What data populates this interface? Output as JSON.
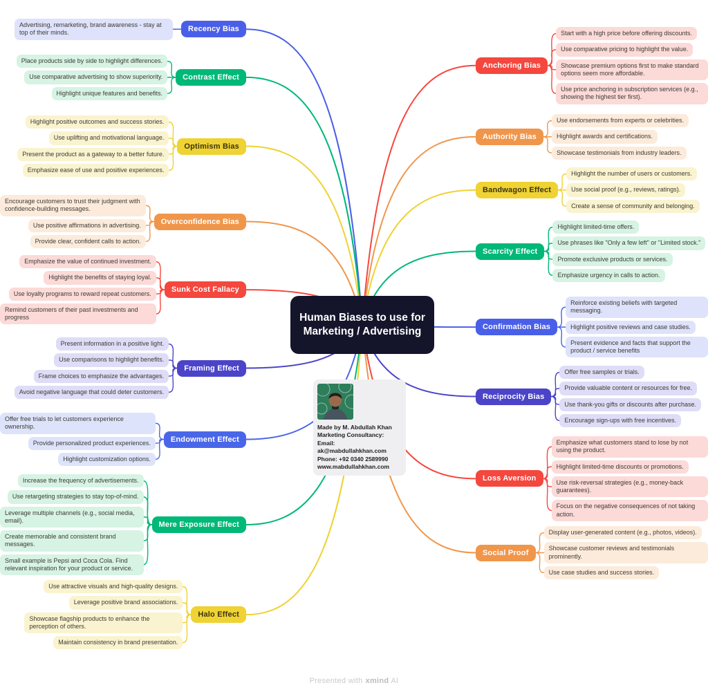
{
  "center": {
    "title": "Human Biases to use for Marketing / Advertising",
    "bg": "#14142B"
  },
  "palette": {
    "background": "#FFFFFF",
    "center_bg": "#14142B",
    "child_text": "#3C3A33",
    "footer_text": "#CACACA",
    "blue": "#4A5FE8",
    "green": "#00B878",
    "yellow": "#EFD233",
    "orange": "#F0964B",
    "red": "#F4473E",
    "indigo": "#4B44C8"
  },
  "card": {
    "photo_icon": "portrait-photo",
    "lines": [
      "Made by M. Abdullah Khan",
      "Marketing Consultancy:",
      "Email: ak@mabdullahkhan.com",
      "Phone: +92 0340 2589990",
      "www.mabdullahkhan.com"
    ]
  },
  "footer": {
    "prefix": "Presented with",
    "brand": "xmind",
    "suffix": "AI"
  },
  "branches": {
    "left": [
      {
        "id": "recency-bias",
        "label": "Recency Bias",
        "color": "#4A5FE8",
        "text_color": "#FFFFFF",
        "child_bg": "#DEE2FB",
        "children": [
          "Advertising, remarketing, brand awareness - stay at top of their minds."
        ]
      },
      {
        "id": "contrast-effect",
        "label": "Contrast Effect",
        "color": "#00B878",
        "text_color": "#FFFFFF",
        "child_bg": "#D6F3E4",
        "children": [
          "Place products side by side to highlight differences.",
          "Use comparative advertising to show superiority.",
          "Highlight unique features and benefits."
        ]
      },
      {
        "id": "optimism-bias",
        "label": "Optimism Bias",
        "color": "#EFD233",
        "text_color": "#3A3413",
        "child_bg": "#FAF3CF",
        "children": [
          "Highlight positive outcomes and success stories.",
          "Use uplifting and motivational language.",
          "Present the product as a gateway to a better future.",
          "Emphasize ease of use and positive experiences."
        ]
      },
      {
        "id": "overconfidence-bias",
        "label": "Overconfidence Bias",
        "color": "#F0964B",
        "text_color": "#FFFFFF",
        "child_bg": "#FCEBDB",
        "children": [
          "Encourage customers to trust their judgment with confidence-building messages.",
          "Use positive affirmations in advertising.",
          "Provide clear, confident calls to action."
        ]
      },
      {
        "id": "sunk-cost-fallacy",
        "label": "Sunk Cost Fallacy",
        "color": "#F4473E",
        "text_color": "#FFFFFF",
        "child_bg": "#FBDAD8",
        "children": [
          "Emphasize the value of continued investment.",
          "Highlight the benefits of staying loyal.",
          "Use loyalty programs to reward repeat customers.",
          "Remind customers of their past investments and progress"
        ]
      },
      {
        "id": "framing-effect",
        "label": "Framing Effect",
        "color": "#4B44C8",
        "text_color": "#FFFFFF",
        "child_bg": "#DEDCF6",
        "children": [
          "Present information in a positive light.",
          "Use comparisons to highlight benefits.",
          "Frame choices to emphasize the advantages.",
          "Avoid negative language that could deter customers."
        ]
      },
      {
        "id": "endowment-effect",
        "label": "Endowment Effect",
        "color": "#4A66E8",
        "text_color": "#FFFFFF",
        "child_bg": "#DDE3FB",
        "children": [
          "Offer free trials to let customers experience ownership.",
          "Provide personalized product experiences.",
          "Highlight customization options."
        ]
      },
      {
        "id": "mere-exposure-effect",
        "label": "Mere Exposure Effect",
        "color": "#00B878",
        "text_color": "#FFFFFF",
        "child_bg": "#D6F3E4",
        "children": [
          "Increase the frequency of advertisements.",
          "Use retargeting strategies to stay top-of-mind.",
          "Leverage multiple channels (e.g., social media, email).",
          "Create memorable and consistent brand messages.",
          "Small example is Pepsi and Coca Cola. Find relevant inspiration for your product or service."
        ]
      },
      {
        "id": "halo-effect",
        "label": "Halo Effect",
        "color": "#EFD233",
        "text_color": "#3A3413",
        "child_bg": "#FAF3CF",
        "children": [
          "Use attractive visuals and high-quality designs.",
          "Leverage positive brand associations.",
          "Showcase flagship products to enhance the perception of others.",
          "Maintain consistency in brand presentation."
        ]
      }
    ],
    "right": [
      {
        "id": "anchoring-bias",
        "label": "Anchoring Bias",
        "color": "#F4473E",
        "text_color": "#FFFFFF",
        "child_bg": "#FBDAD8",
        "children": [
          "Start with a high price before offering discounts.",
          "Use comparative pricing to highlight the value.",
          "Showcase premium options first to make standard options seem more affordable.",
          "Use price anchoring in subscription services (e.g., showing the highest tier first)."
        ]
      },
      {
        "id": "authority-bias",
        "label": "Authority Bias",
        "color": "#F0964B",
        "text_color": "#FFFFFF",
        "child_bg": "#FCEBDB",
        "children": [
          "Use endorsements from experts or celebrities.",
          "Highlight awards and certifications.",
          "Showcase testimonials from industry leaders."
        ]
      },
      {
        "id": "bandwagon-effect",
        "label": "Bandwagon Effect",
        "color": "#EFD233",
        "text_color": "#3A3413",
        "child_bg": "#FAF3CF",
        "children": [
          "Highlight the number of users or customers.",
          "Use social proof (e.g., reviews, ratings).",
          "Create a sense of community and belonging."
        ]
      },
      {
        "id": "scarcity-effect",
        "label": "Scarcity Effect",
        "color": "#00B878",
        "text_color": "#FFFFFF",
        "child_bg": "#D6F3E4",
        "children": [
          "Highlight limited-time offers.",
          "Use phrases like \"Only a few left\" or \"Limited stock.\"",
          "Promote exclusive products or services.",
          "Emphasize urgency in calls to action."
        ]
      },
      {
        "id": "confirmation-bias",
        "label": "Confirmation Bias",
        "color": "#4A5FE8",
        "text_color": "#FFFFFF",
        "child_bg": "#DEE2FB",
        "children": [
          "Reinforce existing beliefs with targeted messaging.",
          "Highlight positive reviews and case studies.",
          "Present evidence and facts that support the product / service benefits"
        ]
      },
      {
        "id": "reciprocity-bias",
        "label": "Reciprocity Bias",
        "color": "#4B44C8",
        "text_color": "#FFFFFF",
        "child_bg": "#DEDCF6",
        "children": [
          "Offer free samples or trials.",
          "Provide valuable content or resources for free.",
          "Use thank-you gifts or discounts after purchase.",
          "Encourage sign-ups with free incentives."
        ]
      },
      {
        "id": "loss-aversion",
        "label": "Loss Aversion",
        "color": "#F4473E",
        "text_color": "#FFFFFF",
        "child_bg": "#FBDAD8",
        "children": [
          "Emphasize what customers stand to lose by not using the product.",
          "Highlight limited-time discounts or promotions.",
          "Use risk-reversal strategies (e.g., money-back guarantees).",
          "Focus on the negative consequences of not taking action."
        ]
      },
      {
        "id": "social-proof",
        "label": "Social Proof",
        "color": "#F0964B",
        "text_color": "#FFFFFF",
        "child_bg": "#FCEBDB",
        "children": [
          "Display user-generated content (e.g., photos, videos).",
          "Showcase customer reviews and testimonials prominently.",
          "Use case studies and success stories."
        ]
      }
    ]
  }
}
